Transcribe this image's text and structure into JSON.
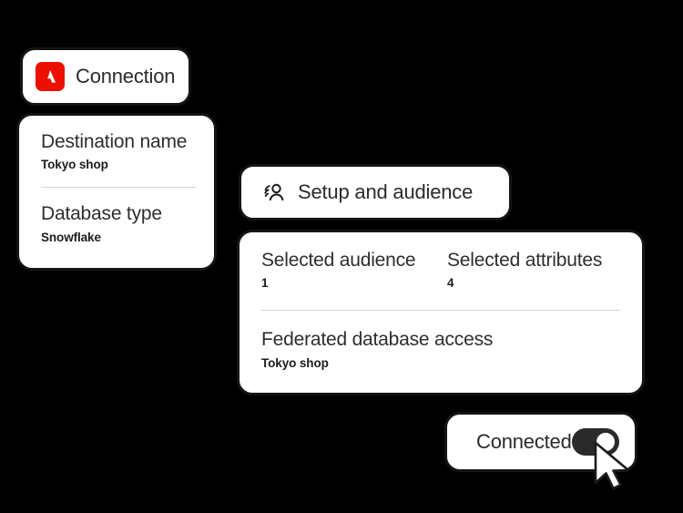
{
  "background_color": "#000000",
  "accent_color": "#EB1000",
  "connection_chip": {
    "label": "Connection",
    "logo_icon": "adobe-logo-icon"
  },
  "destination_card": {
    "fields": [
      {
        "label": "Destination name",
        "value": "Tokyo shop"
      },
      {
        "label": "Database type",
        "value": "Snowflake"
      }
    ]
  },
  "setup_chip": {
    "label": "Setup and audience",
    "icon": "audience-users-icon"
  },
  "details_card": {
    "stats": [
      {
        "label": "Selected audience",
        "value": "1"
      },
      {
        "label": "Selected attributes",
        "value": "4"
      }
    ],
    "federated": {
      "label": "Federated database access",
      "value": "Tokyo shop"
    }
  },
  "connected_card": {
    "label": "Connected",
    "toggle_state": "on",
    "toggle_color": "#2a2a2a"
  },
  "cursor": {
    "icon": "mouse-pointer-icon"
  }
}
